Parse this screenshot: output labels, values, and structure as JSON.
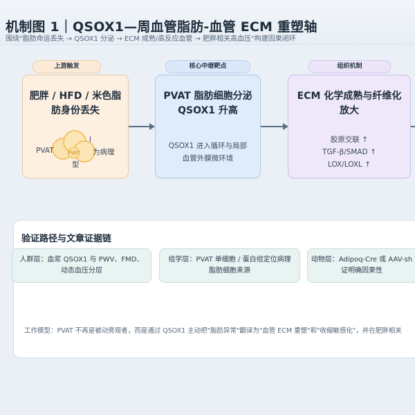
{
  "header": {
    "title": "机制图 1｜QSOX1—周血管脂肪-血管 ECM 重塑轴",
    "subtitle": "围绕\"脂肪命运丢失 → QSOX1 分泌 → ECM 成熟/高反应血管 → 肥胖相关高血压\"构建因果闭环"
  },
  "stages": [
    {
      "tag": "上游触发",
      "title_lines": [
        "肥胖 / HFD / 米色脂",
        "肪身份丢失"
      ],
      "diagram": {
        "label_left": "PVAT",
        "label_center": "PVAT",
        "label_right_a": "l",
        "label_right_b": "为病理",
        "label_bottom": "型"
      }
    },
    {
      "tag": "核心中继靶点",
      "title_lines": [
        "PVAT 脂肪细胞分泌",
        "QSOX1 升高"
      ],
      "body_lines": [
        "QSOX1 进入循环与局部",
        "血管外膜微环境"
      ]
    },
    {
      "tag": "组织机制",
      "title_lines": [
        "ECM 化学成熟与纤维化",
        "放大"
      ],
      "body_lines": [
        "胶原交联 ↑",
        "TGF-β/SMAD ↑",
        "LOX/LOXL ↑"
      ]
    }
  ],
  "evidence": {
    "title": "验证路径与文章证据链",
    "items": [
      {
        "lines": [
          "人群层：血浆 QSOX1 与 PWV、FMD、",
          "动态血压分层"
        ]
      },
      {
        "lines": [
          "组学层：PVAT 单细胞 / 蛋白组定位病理",
          "脂肪细胞来源"
        ]
      },
      {
        "lines": [
          "动物层：Adipoq-Cre 或 AAV-sh",
          "证明确因果性"
        ]
      }
    ],
    "model_note": "工作模型：PVAT 不再是被动旁观者，而是通过 QSOX1 主动把\"脂肪异常\"翻译为\"血管 ECM 重塑\"和\"收缩敏感化\"，并在肥胖相关"
  },
  "colors": {
    "warm": "#fdf0e1",
    "blue": "#e1ecfb",
    "purple": "#efe8fa",
    "evidence": "#e9f3f2",
    "arrow": "#5a6d80"
  }
}
